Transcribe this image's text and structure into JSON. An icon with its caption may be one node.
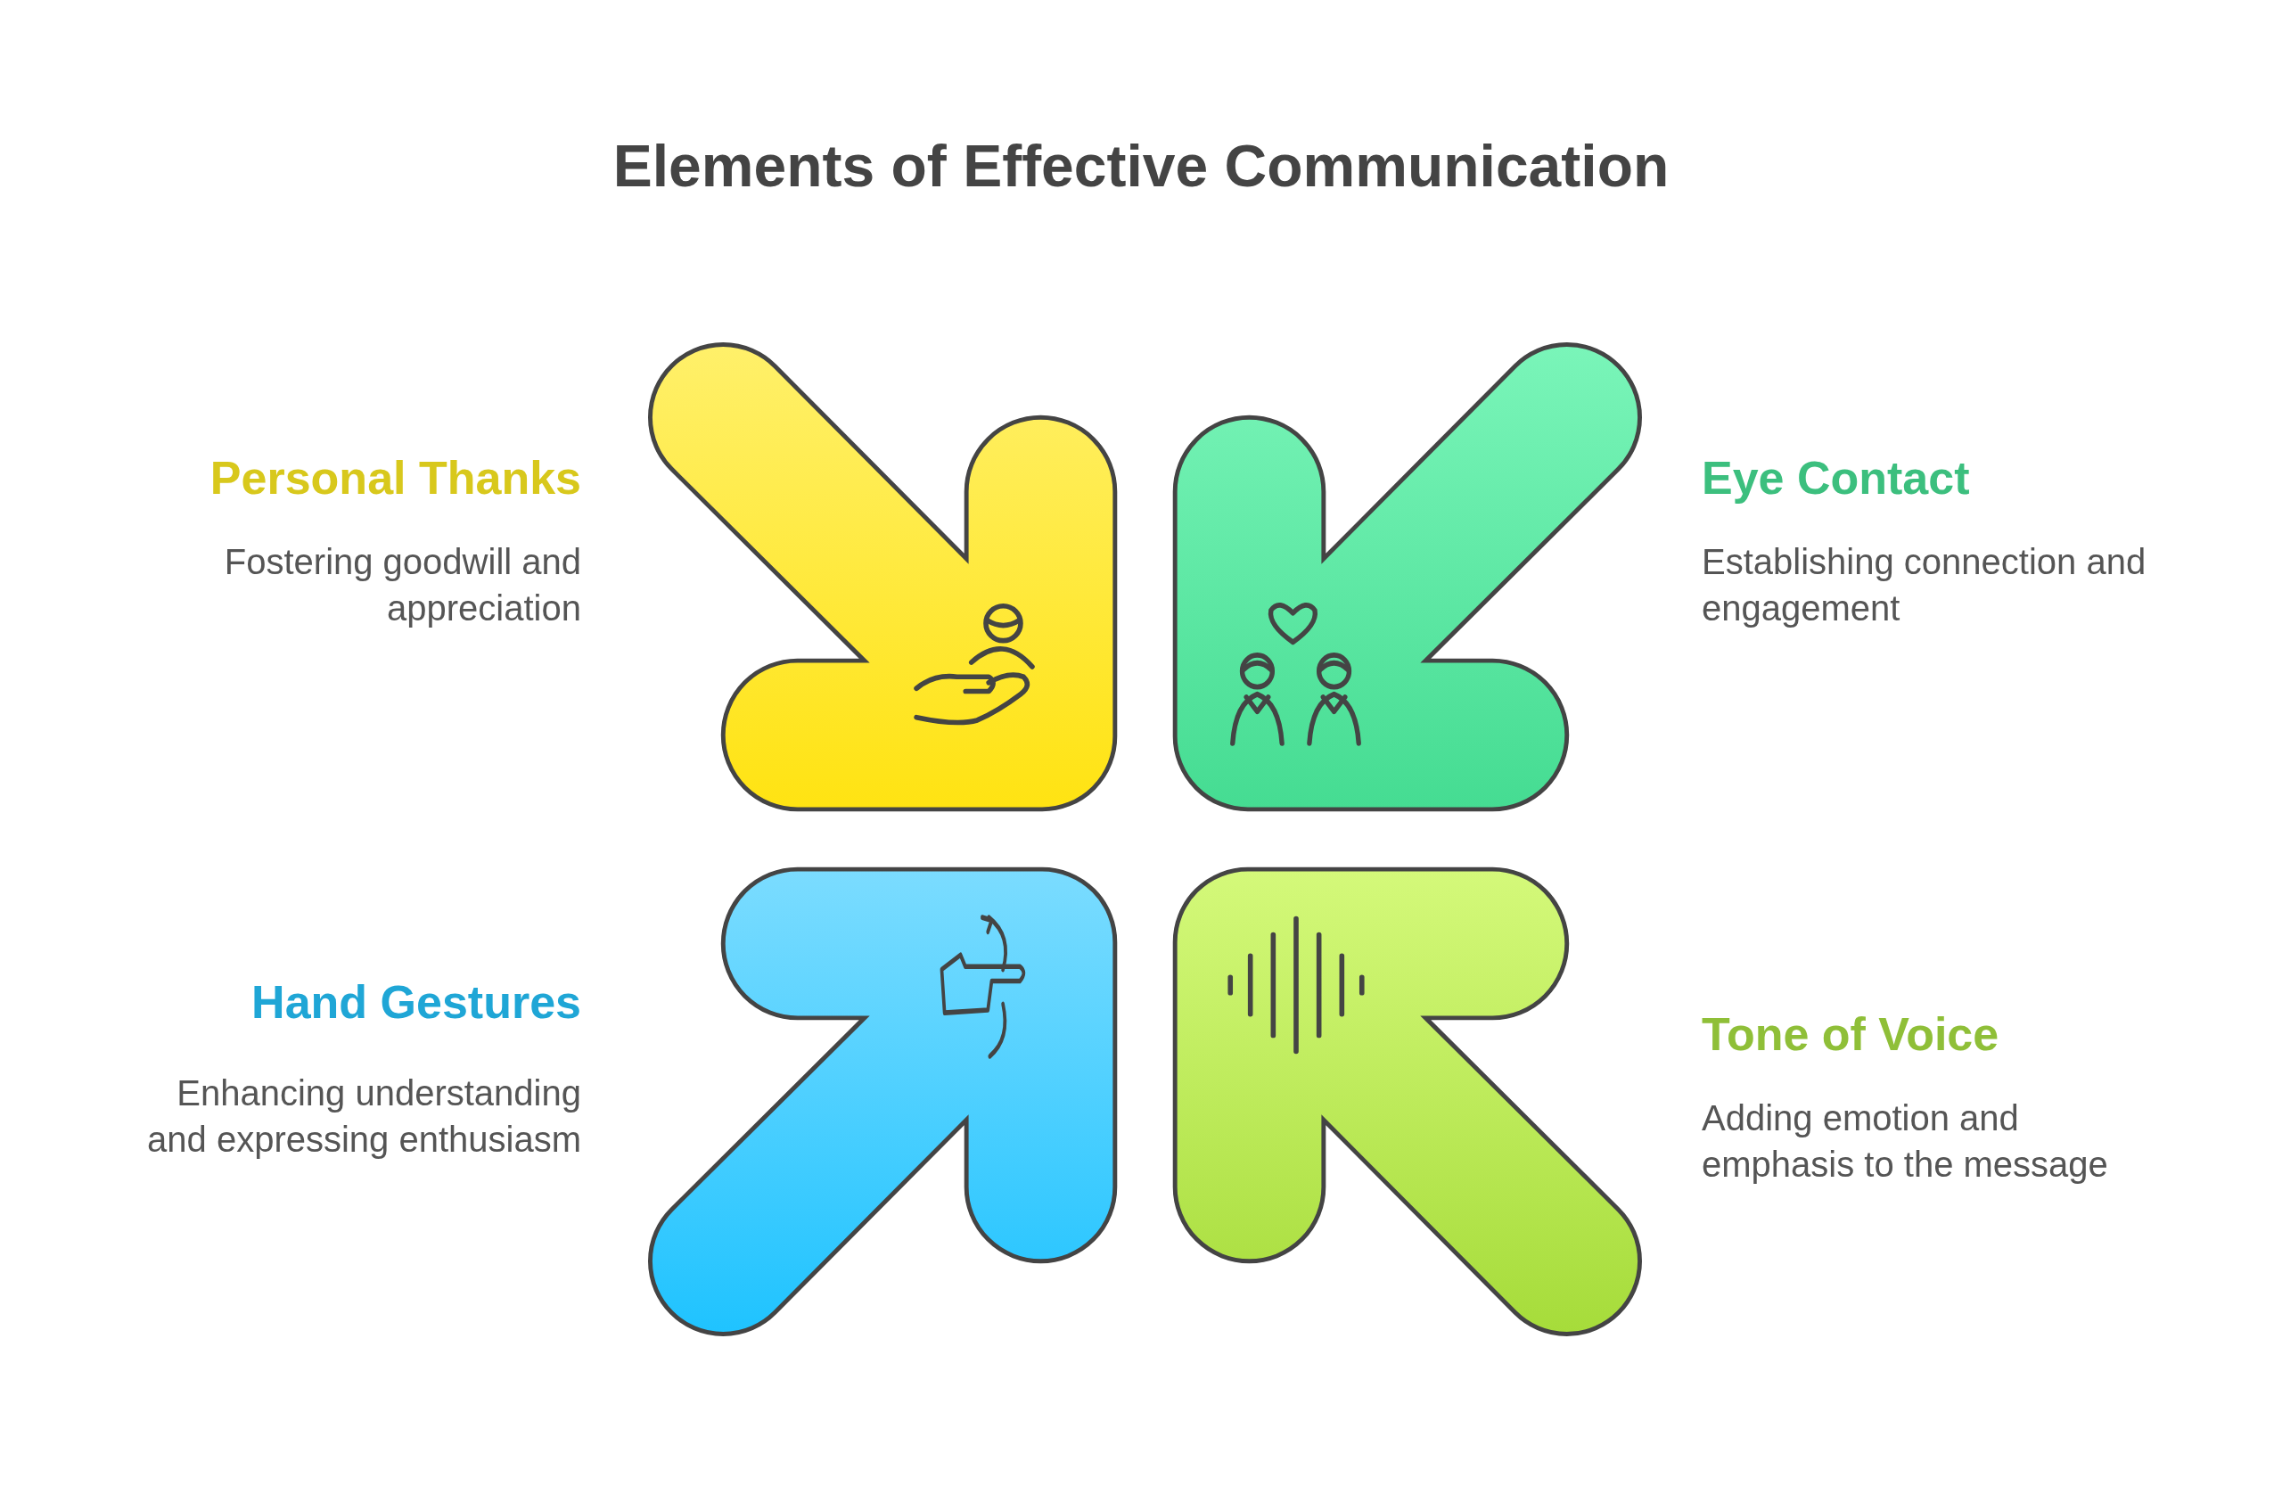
{
  "diagram": {
    "title": "Elements of Effective Communication",
    "nodes": [
      {
        "text": [],
        "shape": "arrow",
        "beside": [
          "Personal Thanks",
          "Fostering goodwill and appreciation"
        ]
      },
      {
        "text": [],
        "shape": "arrow",
        "beside": [
          "Eye Contact",
          "Establishing connection and engagement"
        ]
      },
      {
        "text": [],
        "shape": "arrow",
        "beside": [
          "Hand Gestures",
          "Enhancing understanding and expressing enthusiasm"
        ]
      },
      {
        "text": [],
        "shape": "arrow",
        "beside": [
          "Tone of Voice",
          "Adding emotion and emphasis to the message"
        ]
      }
    ]
  }
}
